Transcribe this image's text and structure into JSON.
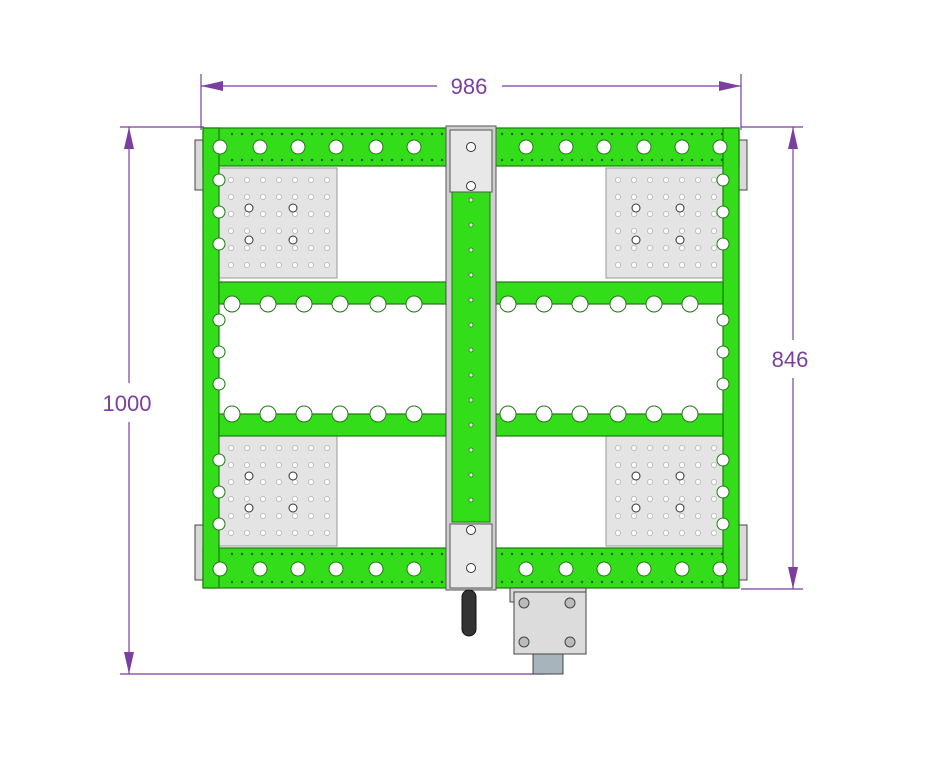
{
  "dimensions": {
    "width": "986",
    "height_right": "846",
    "height_left": "1000"
  },
  "colors": {
    "frame_green": "#33dd1a",
    "frame_edge": "#1f7a10",
    "dimension_line": "#7b3fa0",
    "plate_gray": "#e3e3e3",
    "bracket_gray": "#cfcfcf"
  }
}
